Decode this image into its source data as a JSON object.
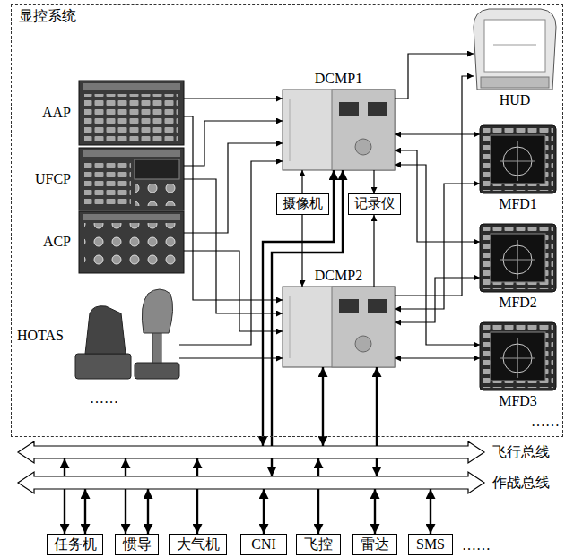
{
  "diagram": {
    "nodes": [
      {
        "text": [
          "显控系统"
        ]
      },
      {
        "text": [
          "AAP"
        ],
        "in": 0
      },
      {
        "text": [
          "UFCP"
        ],
        "in": 0
      },
      {
        "text": [
          "ACP"
        ],
        "in": 0
      },
      {
        "text": [
          "HOTAS"
        ],
        "in": 0
      },
      {
        "text": [
          "DCMP1"
        ],
        "in": 0
      },
      {
        "text": [
          "摄像机"
        ],
        "in": 0
      },
      {
        "text": [
          "记录仪"
        ],
        "in": 0
      },
      {
        "text": [
          "DCMP2"
        ],
        "in": 0
      },
      {
        "text": [
          "HUD"
        ],
        "in": 0
      },
      {
        "text": [
          "MFD1"
        ],
        "in": 0
      },
      {
        "text": [
          "MFD2"
        ],
        "in": 0
      },
      {
        "text": [
          "MFD3"
        ],
        "in": 0
      },
      {
        "text": [
          "飞行总线"
        ]
      },
      {
        "text": [
          "作战总线"
        ]
      },
      {
        "text": [
          "任务机"
        ]
      },
      {
        "text": [
          "惯导"
        ]
      },
      {
        "text": [
          "大气机"
        ]
      },
      {
        "text": [
          "CNI"
        ]
      },
      {
        "text": [
          "飞控"
        ]
      },
      {
        "text": [
          "雷达"
        ]
      },
      {
        "text": [
          "SMS"
        ]
      }
    ],
    "edges": [
      {
        "from": 1,
        "to": 5,
        "arrow": "to"
      },
      {
        "from": 1,
        "to": 8,
        "arrow": "to"
      },
      {
        "from": 2,
        "to": 5,
        "arrow": "to"
      },
      {
        "from": 2,
        "to": 8,
        "arrow": "to"
      },
      {
        "from": 3,
        "to": 5,
        "arrow": "to"
      },
      {
        "from": 3,
        "to": 8,
        "arrow": "to"
      },
      {
        "from": 4,
        "to": 5,
        "arrow": "to"
      },
      {
        "from": 4,
        "to": 8,
        "arrow": "to"
      },
      {
        "from": 6,
        "to": 5,
        "arrow": "to"
      },
      {
        "from": 6,
        "to": 8,
        "arrow": "to"
      },
      {
        "from": 5,
        "to": 7,
        "arrow": "to"
      },
      {
        "from": 8,
        "to": 7,
        "arrow": "to"
      },
      {
        "from": 5,
        "to": 9,
        "arrow": "to"
      },
      {
        "from": 8,
        "to": 9,
        "arrow": "to"
      },
      {
        "from": 5,
        "to": 10,
        "arrow": "both"
      },
      {
        "from": 5,
        "to": 11,
        "arrow": "both"
      },
      {
        "from": 5,
        "to": 12,
        "arrow": "both"
      },
      {
        "from": 8,
        "to": 10,
        "arrow": "both"
      },
      {
        "from": 8,
        "to": 11,
        "arrow": "both"
      },
      {
        "from": 8,
        "to": 12,
        "arrow": "both"
      },
      {
        "from": 5,
        "to": 13,
        "arrow": "both"
      },
      {
        "from": 5,
        "to": 14,
        "arrow": "both"
      },
      {
        "from": 8,
        "to": 13,
        "arrow": "both"
      },
      {
        "from": 8,
        "to": 14,
        "arrow": "both"
      },
      {
        "from": 15,
        "to": 13,
        "arrow": "both"
      },
      {
        "from": 15,
        "to": 14,
        "arrow": "both"
      },
      {
        "from": 16,
        "to": 13,
        "arrow": "both"
      },
      {
        "from": 16,
        "to": 14,
        "arrow": "both"
      },
      {
        "from": 17,
        "to": 13,
        "arrow": "both"
      },
      {
        "from": 18,
        "to": 14,
        "arrow": "both"
      },
      {
        "from": 19,
        "to": 13,
        "arrow": "both"
      },
      {
        "from": 20,
        "to": 14,
        "arrow": "both"
      },
      {
        "from": 21,
        "to": 14,
        "arrow": "both"
      }
    ],
    "labels": [
      "……",
      "……",
      "……"
    ]
  }
}
